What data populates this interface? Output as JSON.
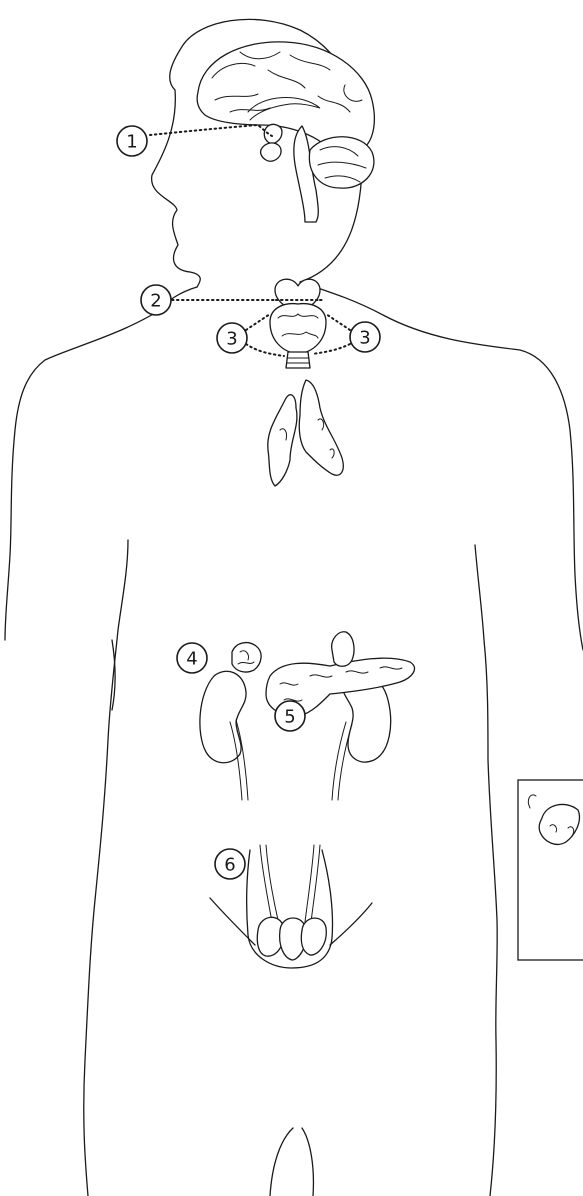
{
  "markers": {
    "m1": "1",
    "m2": "2",
    "m3a": "3",
    "m3b": "3",
    "m4": "4",
    "m5": "5",
    "m6": "6"
  },
  "colors": {
    "line": "#1a1a1a",
    "background": "#ffffff"
  }
}
